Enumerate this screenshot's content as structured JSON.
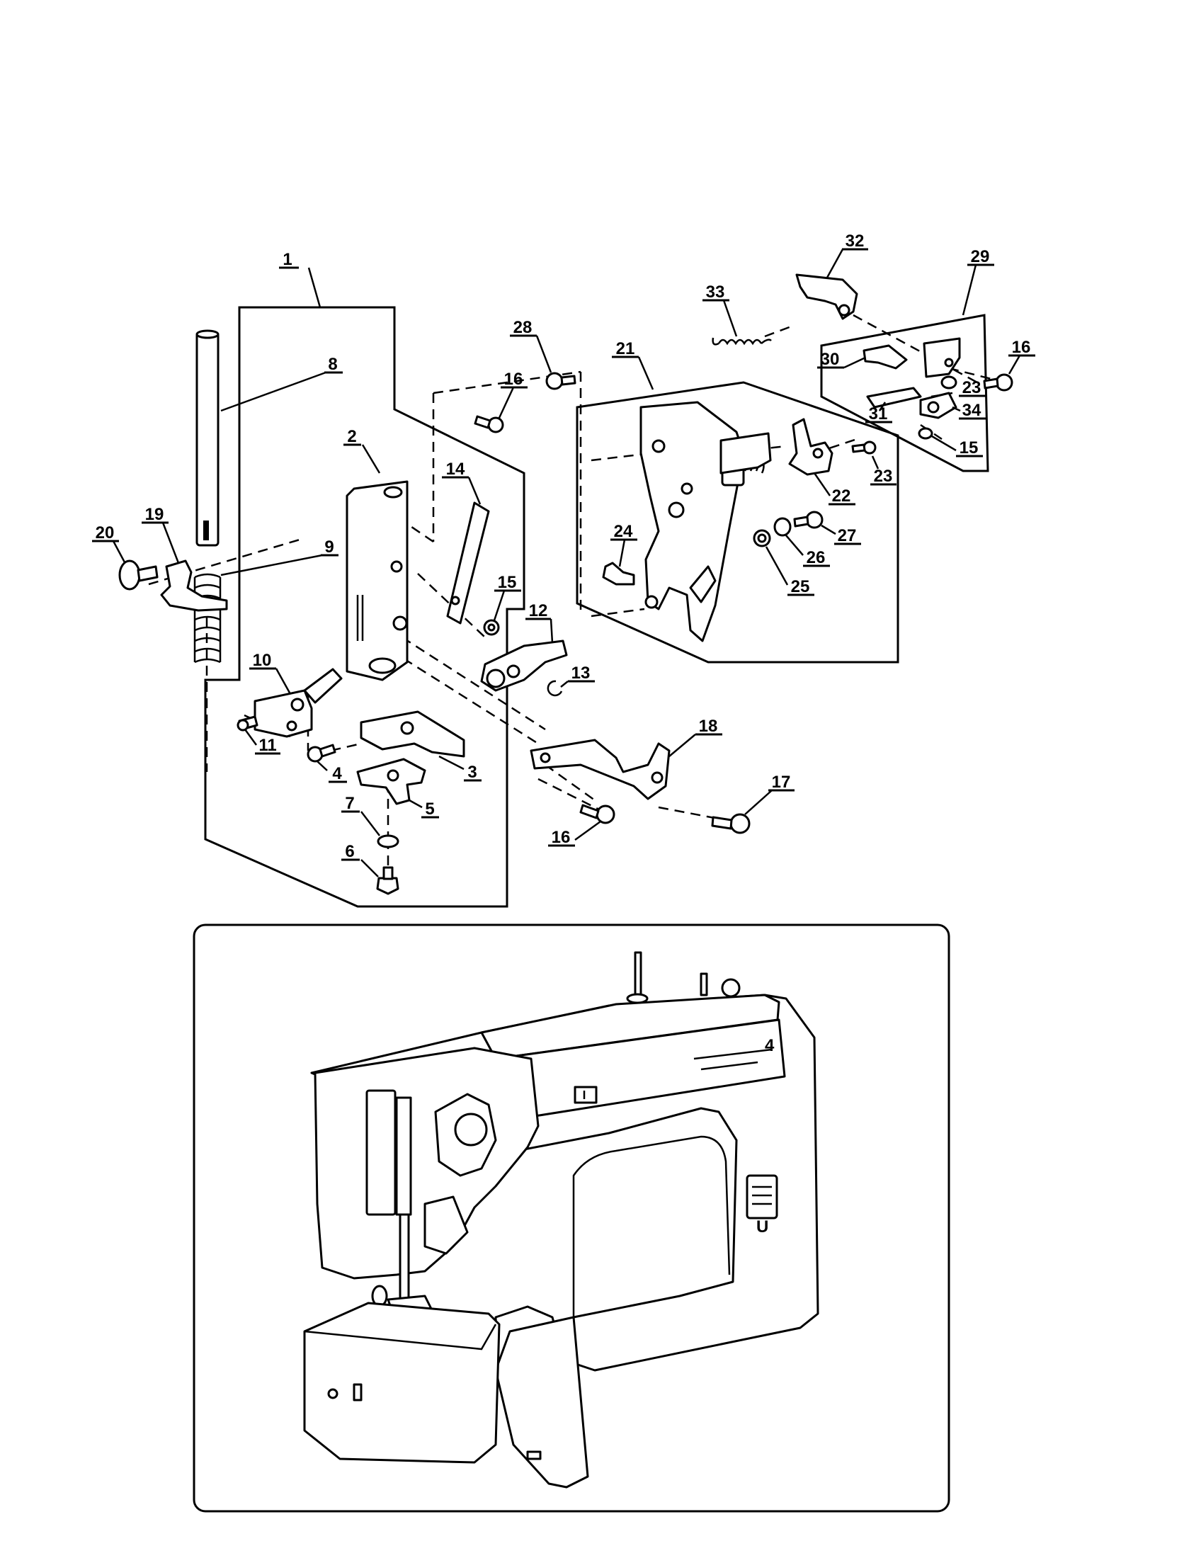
{
  "parts": [
    {
      "id": "1",
      "label": "1"
    },
    {
      "id": "2",
      "label": "2"
    },
    {
      "id": "3",
      "label": "3"
    },
    {
      "id": "4",
      "label": "4"
    },
    {
      "id": "5",
      "label": "5"
    },
    {
      "id": "6",
      "label": "6"
    },
    {
      "id": "7",
      "label": "7"
    },
    {
      "id": "8",
      "label": "8"
    },
    {
      "id": "9",
      "label": "9"
    },
    {
      "id": "10",
      "label": "10"
    },
    {
      "id": "11",
      "label": "11"
    },
    {
      "id": "12",
      "label": "12"
    },
    {
      "id": "13",
      "label": "13"
    },
    {
      "id": "14",
      "label": "14"
    },
    {
      "id": "15a",
      "label": "15"
    },
    {
      "id": "16a",
      "label": "16"
    },
    {
      "id": "16b",
      "label": "16"
    },
    {
      "id": "17",
      "label": "17"
    },
    {
      "id": "18",
      "label": "18"
    },
    {
      "id": "19",
      "label": "19"
    },
    {
      "id": "20",
      "label": "20"
    },
    {
      "id": "21",
      "label": "21"
    },
    {
      "id": "22",
      "label": "22"
    },
    {
      "id": "23a",
      "label": "23"
    },
    {
      "id": "24",
      "label": "24"
    },
    {
      "id": "25",
      "label": "25"
    },
    {
      "id": "26",
      "label": "26"
    },
    {
      "id": "27",
      "label": "27"
    },
    {
      "id": "28",
      "label": "28"
    },
    {
      "id": "29",
      "label": "29"
    },
    {
      "id": "30",
      "label": "30"
    },
    {
      "id": "31",
      "label": "31"
    },
    {
      "id": "32",
      "label": "32"
    },
    {
      "id": "33",
      "label": "33"
    },
    {
      "id": "16c",
      "label": "16"
    },
    {
      "id": "23b",
      "label": "23"
    },
    {
      "id": "34",
      "label": "34"
    },
    {
      "id": "15b",
      "label": "15"
    }
  ],
  "inset": {
    "dial_number": "4",
    "panel_letter": "U"
  }
}
